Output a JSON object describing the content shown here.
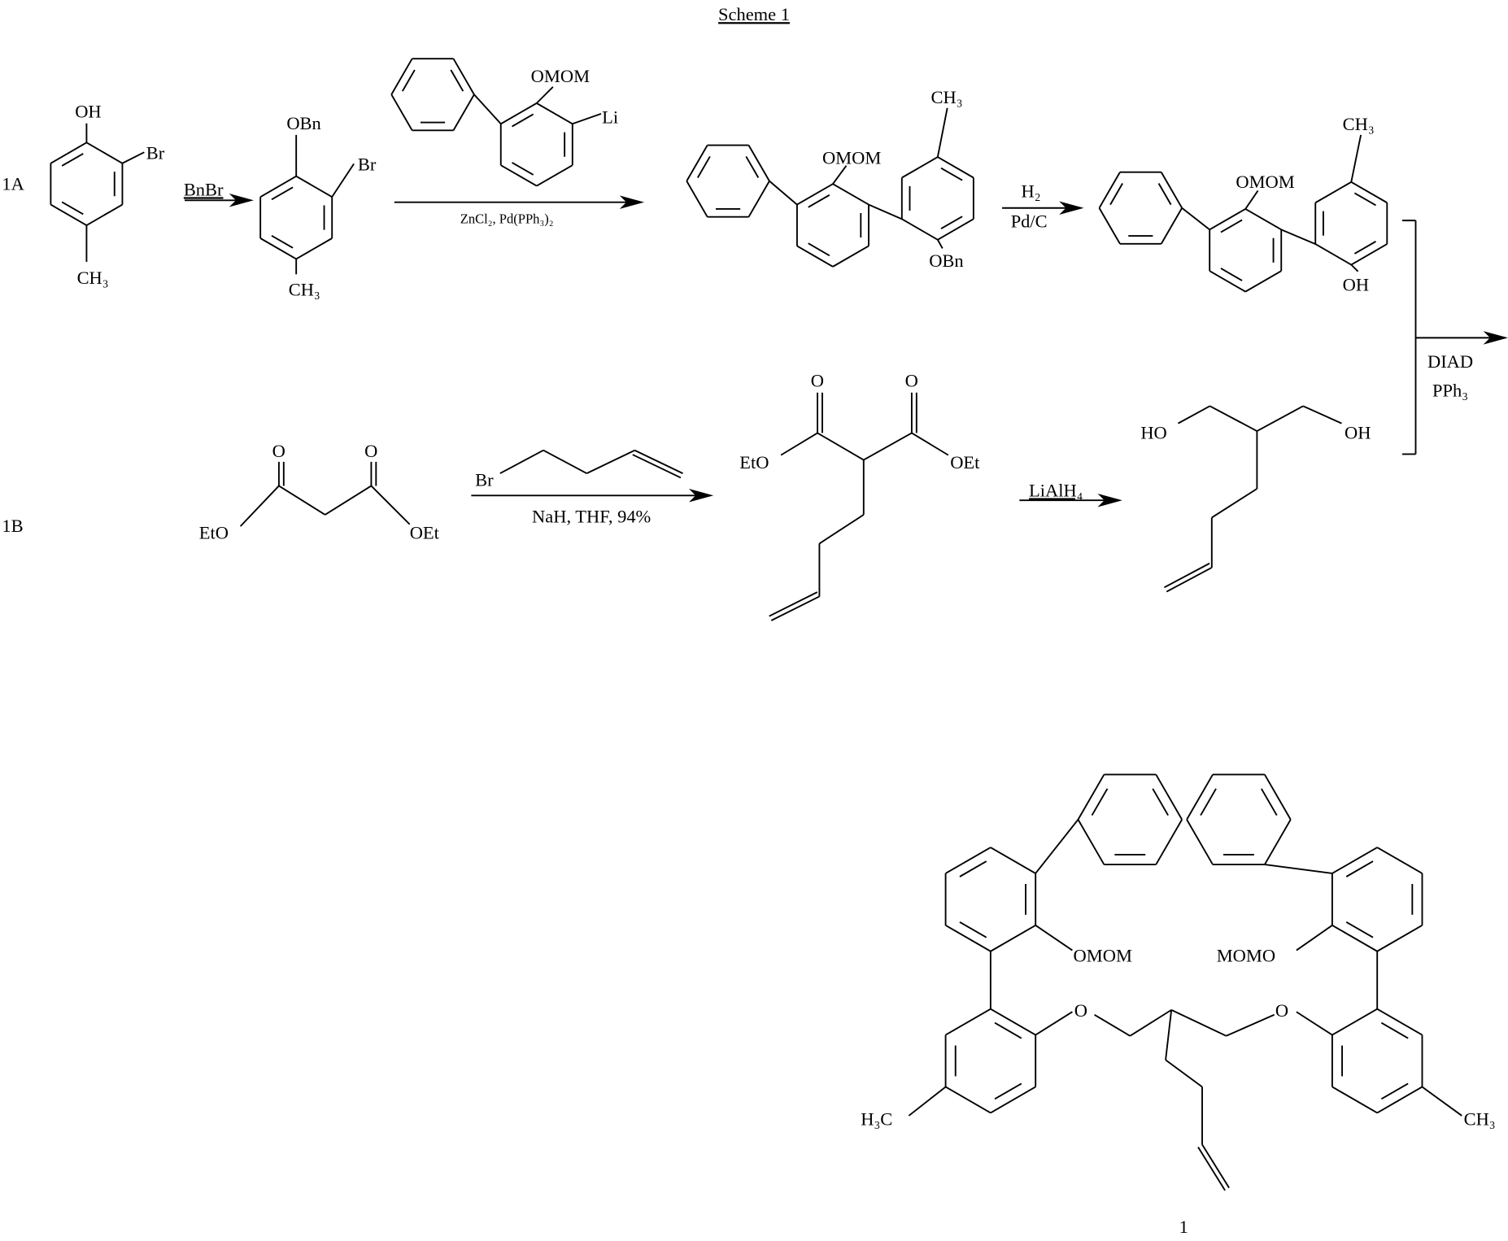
{
  "title": "Scheme 1",
  "row_labels": {
    "a": "1A",
    "b": "1B"
  },
  "compounds": {
    "start_1a": {
      "oh": "OH",
      "br": "Br",
      "ch3": "CH₃"
    },
    "benzyl_ether": {
      "obn": "OBn",
      "br": "Br",
      "ch3": "CH₃"
    },
    "lithium_reagent": {
      "omom": "OMOM",
      "li": "Li"
    },
    "coupled_product": {
      "omom": "OMOM",
      "ch3": "CH₃",
      "obn": "OBn"
    },
    "phenol_product": {
      "omom": "OMOM",
      "ch3": "CH₃",
      "oh": "OH"
    },
    "diethyl_malonate": {
      "eto": "EtO",
      "oet": "OEt",
      "o1": "O",
      "o2": "O"
    },
    "alkylating_agent": {
      "br": "Br"
    },
    "alkylated_malonate": {
      "eto": "EtO",
      "oet": "OEt",
      "o1": "O",
      "o2": "O"
    },
    "diol": {
      "ho": "HO",
      "oh": "OH"
    },
    "final_product": {
      "omom": "OMOM",
      "momo": "MOMO",
      "o1": "O",
      "o2": "O",
      "h3c": "H₃C",
      "ch3": "CH₃",
      "label": "1"
    }
  },
  "reagents": {
    "benzylation": "BnBr",
    "coupling": "ZnCl₂, Pd(PPh₃)₂",
    "hydrogenation_top": "H₂",
    "hydrogenation_bottom": "Pd/C",
    "alkylation": "NaH, THF, 94%",
    "reduction": "LiAlH₄",
    "mitsunobu_top": "DIAD",
    "mitsunobu_bottom": "PPh₃"
  }
}
